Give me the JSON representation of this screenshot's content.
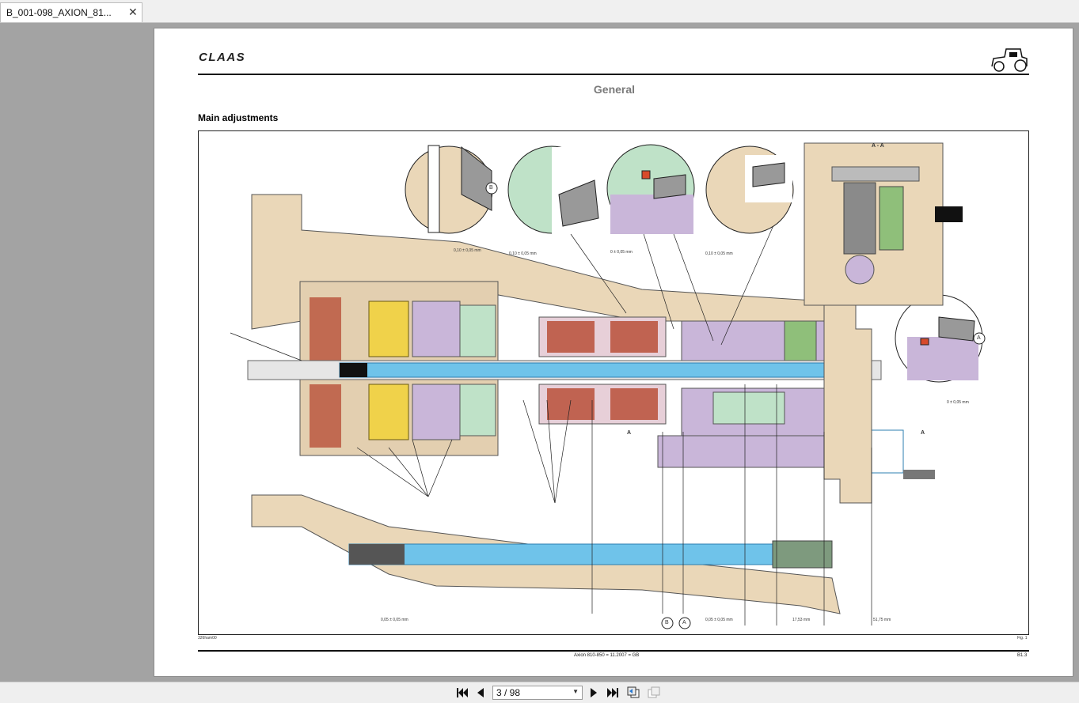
{
  "tab": {
    "title": "B_001-098_AXION_81..."
  },
  "header": {
    "logo": "CLAAS"
  },
  "page": {
    "section_title": "General",
    "heading": "Main adjustments"
  },
  "figure": {
    "section_label": "A - A",
    "cut_label": "A",
    "callout_a": "A",
    "callout_b": "B",
    "dimensions": {
      "d1": "0,10 ± 0,05 mm",
      "d2": "0,10 ± 0,05 mm",
      "d3": "0 ± 0,05 mm",
      "d4": "0,10 ± 0,05 mm",
      "d5": "0 ± 0,05 mm",
      "d6": "0,05 ± 0,05 mm",
      "d7": "0,05 ± 0,05 mm",
      "d8": "17,53 mm",
      "d9": "51,75 mm"
    },
    "ref_code": "326ham00",
    "fig_label": "Fig. 1"
  },
  "footer": {
    "doc_ref": "Axion 810-850 = 11.2007 = GB",
    "page_ref": "B1.3"
  },
  "pager": {
    "current": "3 / 98"
  },
  "colors": {
    "shaft": "#6fc3ea",
    "housing": "#ead7b8",
    "purple": "#c9b6d9",
    "green": "#bfe2c8",
    "clutch": "#b8503a"
  }
}
